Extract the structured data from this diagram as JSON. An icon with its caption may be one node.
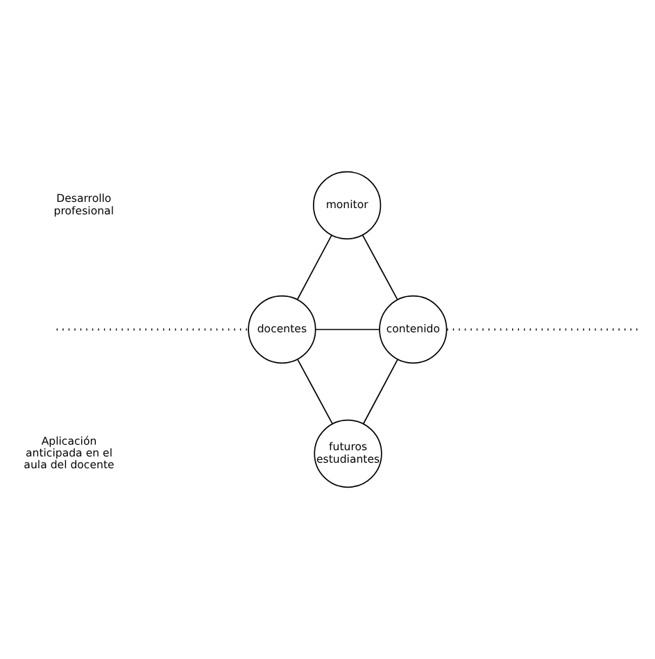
{
  "diagram": {
    "nodes": [
      {
        "text": [
          "monitor"
        ]
      },
      {
        "text": [
          "docentes"
        ]
      },
      {
        "text": [
          "contenido"
        ]
      },
      {
        "text": [
          "futuros estudiantes"
        ]
      }
    ],
    "edges": [
      {
        "from": 0,
        "to": 1,
        "arrow": "none"
      },
      {
        "from": 0,
        "to": 2,
        "arrow": "none"
      },
      {
        "from": 1,
        "to": 2,
        "arrow": "none"
      },
      {
        "from": 1,
        "to": 3,
        "arrow": "none"
      },
      {
        "from": 2,
        "to": 3,
        "arrow": "none"
      },
      {
        "from": null,
        "to": 1,
        "arrow": "none",
        "style": "dashed"
      },
      {
        "from": 2,
        "to": null,
        "arrow": "none",
        "style": "dashed"
      }
    ],
    "labels": [
      "Desarrollo profesional",
      "Aplicación anticipada en el aula del docente"
    ]
  }
}
